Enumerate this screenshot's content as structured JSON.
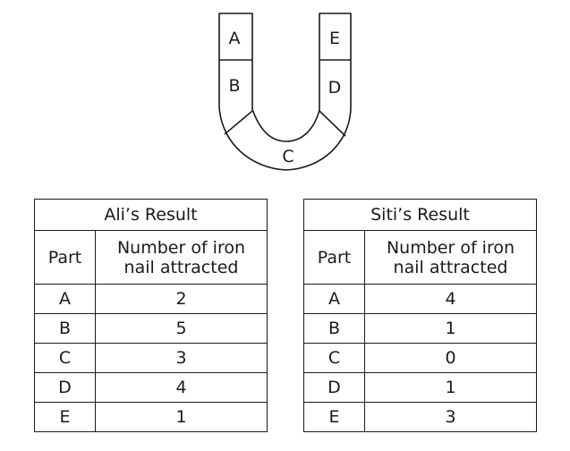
{
  "magnet": {
    "labels": {
      "A": "A",
      "B": "B",
      "C": "C",
      "D": "D",
      "E": "E"
    }
  },
  "ali": {
    "title": "Ali’s Result",
    "col_part": "Part",
    "col_count_line1": "Number of iron",
    "col_count_line2": "nail attracted",
    "rows": [
      {
        "part": "A",
        "count": "2"
      },
      {
        "part": "B",
        "count": "5"
      },
      {
        "part": "C",
        "count": "3"
      },
      {
        "part": "D",
        "count": "4"
      },
      {
        "part": "E",
        "count": "1"
      }
    ]
  },
  "siti": {
    "title": "Siti’s Result",
    "col_part": "Part",
    "col_count_line1": "Number of iron",
    "col_count_line2": "nail attracted",
    "rows": [
      {
        "part": "A",
        "count": "4"
      },
      {
        "part": "B",
        "count": "1"
      },
      {
        "part": "C",
        "count": "0"
      },
      {
        "part": "D",
        "count": "1"
      },
      {
        "part": "E",
        "count": "3"
      }
    ]
  }
}
